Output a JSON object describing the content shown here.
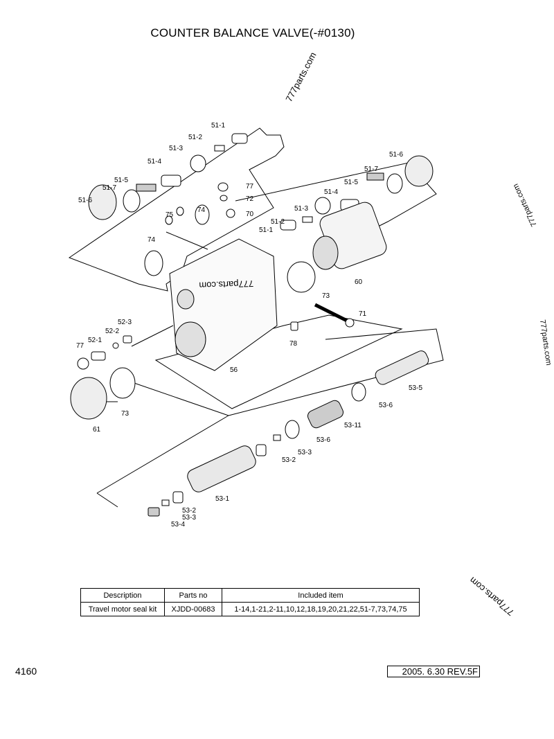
{
  "title": "COUNTER BALANCE VALVE(-#0130)",
  "watermarks": [
    "777parts.com",
    "777parts.com",
    "777parts.com",
    "777parts.com",
    "777parts.com"
  ],
  "labels": {
    "l51_1a": "51-1",
    "l51_2a": "51-2",
    "l51_3a": "51-3",
    "l51_4a": "51-4",
    "l51_5a": "51-5",
    "l51_7a": "51-7",
    "l51_6a": "51-6",
    "l51_6b": "51-6",
    "l51_7b": "51-7",
    "l51_5b": "51-5",
    "l51_4b": "51-4",
    "l51_3b": "51-3",
    "l51_2b": "51-2",
    "l51_1b": "51-1",
    "l77a": "77",
    "l72": "72",
    "l70": "70",
    "l74a": "74",
    "l75": "75",
    "l74b": "74",
    "l60": "60",
    "l73a": "73",
    "l71": "71",
    "l78": "78",
    "l56": "56",
    "l52_3": "52-3",
    "l52_2": "52-2",
    "l52_1": "52-1",
    "l77b": "77",
    "l73b": "73",
    "l61": "61",
    "l53_5": "53-5",
    "l53_6a": "53-6",
    "l53_11": "53-11",
    "l53_6b": "53-6",
    "l53_3a": "53-3",
    "l53_2a": "53-2",
    "l53_1": "53-1",
    "l53_2b": "53-2",
    "l53_3b": "53-3",
    "l53_4": "53-4"
  },
  "table": {
    "headers": [
      "Description",
      "Parts no",
      "Included item"
    ],
    "rows": [
      [
        "Travel motor seal kit",
        "XJDD-00683",
        "1-14,1-21,2-11,10,12,18,19,20,21,22,51-7,73,74,75"
      ]
    ]
  },
  "footer": {
    "page_number": "4160",
    "revision": "2005. 6.30  REV.5F"
  }
}
